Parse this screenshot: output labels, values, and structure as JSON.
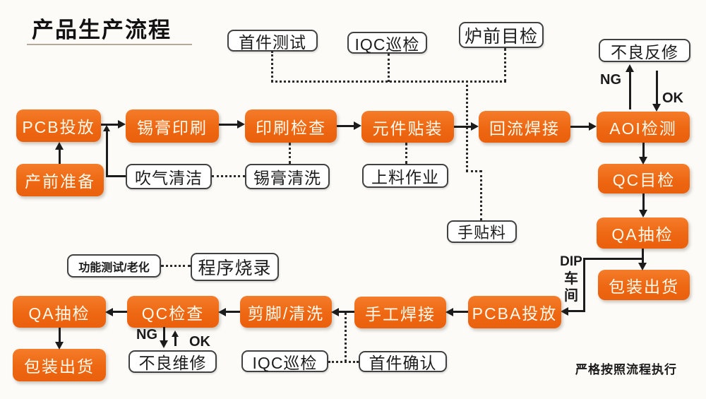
{
  "title": "产品生产流程",
  "footer_note": "严格按照流程执行",
  "smt_flow": {
    "pcb_feeding": "PCB投放",
    "pre_production_prep": "产前准备",
    "solder_paste_printing": "锡膏印刷",
    "printing_inspection": "印刷检查",
    "component_placement": "元件贴装",
    "reflow_soldering": "回流焊接",
    "aoi_inspection": "AOI检测",
    "qc_visual_inspection": "QC目检",
    "qa_sampling": "QA抽检",
    "packing_shipment": "包装出货"
  },
  "dip_flow": {
    "pcba_feeding": "PCBA投放",
    "hand_soldering": "手工焊接",
    "lead_trimming_cleaning": "剪脚/清洗",
    "qc_inspection": "QC检查",
    "qa_sampling": "QA抽检",
    "packing_shipment": "包装出货"
  },
  "support_steps": {
    "first_article_test": "首件测试",
    "iqc_patrol_top": "IQC巡检",
    "furnace_front_visual": "炉前目检",
    "defect_rework": "不良反修",
    "air_blow_cleaning": "吹气清洁",
    "solder_paste_cleaning": "锡膏清洗",
    "material_loading": "上料作业",
    "hand_placement": "手贴料",
    "function_test_aging": "功能测试/老化",
    "program_burning": "程序烧录",
    "defect_repair": "不良维修",
    "iqc_patrol_bottom": "IQC巡检",
    "first_article_confirm": "首件确认"
  },
  "labels": {
    "ng_top": "NG",
    "ok_top": "OK",
    "ng_bottom": "NG",
    "ok_bottom": "OK",
    "dip_workshop": [
      "DIP",
      "车",
      "间"
    ]
  },
  "colors": {
    "node_orange": "#ee6712",
    "node_text": "#fffbee",
    "white_box_border": "#414141",
    "line_black": "#1c1c1c",
    "title_underline": "#b3aa9c",
    "background": "#fcfbf8"
  }
}
